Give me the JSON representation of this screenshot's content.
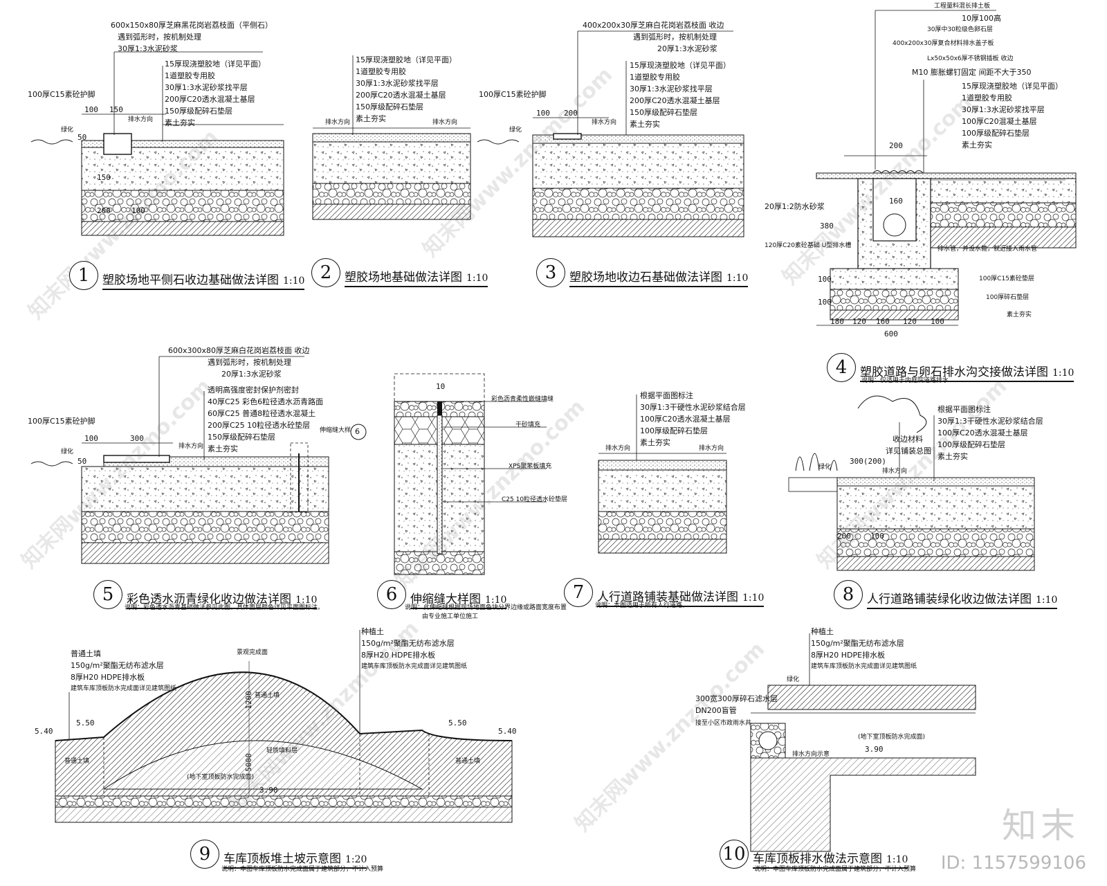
{
  "colors": {
    "line": "#111111",
    "watermark": "#bbbbbb"
  },
  "watermark": {
    "text": "知末网www.znzmo.com"
  },
  "brand": {
    "name": "知末",
    "id": "ID: 1157599106"
  },
  "d1": {
    "title_num": "1",
    "title": "塑胶场地平侧石收边基础做法详图",
    "scale": "1:10",
    "top_notes": [
      "600x150x80厚芝麻黑花岗岩荔枝面（平侧石）",
      "遇到弧形时，按机制处理",
      "30厚1:3水泥砂浆"
    ],
    "layers": [
      "15厚现浇塑胶地（详见平面）",
      "1道塑胶专用胶",
      "30厚1:3水泥砂浆找平层",
      "200厚C20透水混凝土基层",
      "150厚级配碎石垫层",
      "素土夯实"
    ],
    "left_note": "100厚C15素砼护脚",
    "green": "绿化",
    "drain": "排水方向",
    "dims": [
      "100",
      "150",
      "50",
      "150",
      "200",
      "100"
    ]
  },
  "d2": {
    "title_num": "2",
    "title": "塑胶场地基础做法详图",
    "scale": "1:10",
    "layers": [
      "15厚现浇塑胶地（详见平面）",
      "1道塑胶专用胶",
      "30厚1:3水泥砂浆找平层",
      "200厚C20透水混凝土基层",
      "150厚级配碎石垫层",
      "素土夯实"
    ],
    "drain": "排水方向"
  },
  "d3": {
    "title_num": "3",
    "title": "塑胶场地收边石基础做法详图",
    "scale": "1:10",
    "top_notes": [
      "400x200x30厚芝麻白花岗岩荔枝面 收边",
      "遇到弧形时，按机制处理",
      "20厚1:3水泥砂浆"
    ],
    "layers": [
      "15厚现浇塑胶地（详见平面）",
      "1道塑胶专用胶",
      "30厚1:3水泥砂浆找平层",
      "200厚C20透水混凝土基层",
      "150厚级配碎石垫层",
      "素土夯实"
    ],
    "left_note": "100厚C15素砼护脚",
    "green": "绿化",
    "drain": "排水方向",
    "dims": [
      "100",
      "200"
    ]
  },
  "d4": {
    "title_num": "4",
    "title": "塑胶道路与卵石排水沟交接做法详图",
    "scale": "1:10",
    "top_notes": [
      "工程量料混长排土板",
      "10厚100高",
      "30厚中30粒级色卵石层",
      "400x200x30厚复合材料排水盖子板",
      "Lx50x50x6厚不锈钢插板 收边",
      "M10 膨胀螺钉固定 间距不大于350"
    ],
    "layers": [
      "15厚现浇塑胶地（详见平面）",
      "1道塑胶专用胶",
      "30厚1:3水泥砂浆找平层",
      "100厚C20混凝土基层",
      "100厚级配碎石垫层",
      "素土夯实"
    ],
    "left_notes": [
      "20厚1:2防水砂浆",
      "120厚C20素砼基础 U型排水槽"
    ],
    "right_notes": [
      "排水管，并设水篦，就近接入雨水管",
      "100厚C15素砼垫层",
      "100厚碎石垫层",
      "素土夯实"
    ],
    "dims": [
      "200",
      "160",
      "380",
      "100",
      "100",
      "180",
      "120",
      "160",
      "120",
      "100",
      "600"
    ],
    "note": "说明：仅适用于内庭院道路排水"
  },
  "d5": {
    "title_num": "5",
    "title": "彩色透水沥青绿化收边做法详图",
    "scale": "1:10",
    "top_notes": [
      "600x300x80厚芝麻白花岗岩荔枝面 收边",
      "遇到弧形时，按机制处理",
      "20厚1:3水泥砂浆"
    ],
    "layers": [
      "透明高强度密封保护剂密封",
      "40厚C25 彩色6粒径透水沥青路面",
      "60厚C25 普通8粒径透水混凝土",
      "200厚C25 10粒径透水砼垫层",
      "150厚级配碎石垫层",
      "素土夯实"
    ],
    "left_note": "100厚C15素砼护脚",
    "green": "绿化",
    "drain": "排水方向",
    "joint": "伸缩缝大样",
    "joint_ref": "6",
    "dims": [
      "100",
      "300",
      "50"
    ],
    "note": "说明：彩色透水沥青基础做法参见此图，具体面层颜色详见平面图标注。"
  },
  "d6": {
    "title_num": "6",
    "title": "伸缩缝大样图",
    "scale": "1:10",
    "labels": [
      "彩色沥青柔性嵌缝填缝",
      "干砂填充",
      "XPS聚苯板填充",
      "C25 10粒径透水砼垫层"
    ],
    "dim": "10",
    "note": "说明：此伸缩缝根据现场地面色块分界边缘或路面宽度布置",
    "note2": "由专业施工单位施工"
  },
  "d7": {
    "title_num": "7",
    "title": "人行道路铺装基础做法详图",
    "scale": "1:10",
    "layers": [
      "根据平面图标注",
      "30厚1:3干硬性水泥砂浆结合层",
      "100厚C20透水混凝土基层",
      "100厚级配碎石垫层",
      "素土夯实"
    ],
    "drain": "排水方向",
    "note": "说明：本图适用于所有人行道路。"
  },
  "d8": {
    "title_num": "8",
    "title": "人行道路铺装绿化收边做法详图",
    "scale": "1:10",
    "layers": [
      "根据平面图标注",
      "30厚1:3干硬性水泥砂浆结合层",
      "100厚C20透水混凝土基层",
      "100厚级配碎石垫层",
      "素土夯实"
    ],
    "edge_labels": [
      "收边材料",
      "详见铺装总图"
    ],
    "green": "绿化",
    "drain": "排水方向",
    "dims": [
      "300(200)",
      "200",
      "100"
    ]
  },
  "d9": {
    "title_num": "9",
    "title": "车库顶板堆土坡示意图",
    "scale": "1:20",
    "left_notes": [
      "普通土填",
      "150g/m²聚酯无纺布滤水层",
      "8厚H20 HDPE排水板",
      "建筑车库顶板防水完成面详见建筑图纸"
    ],
    "top_notes": [
      "种植土",
      "150g/m²聚酯无纺布滤水层",
      "8厚H20 HDPE排水板",
      "建筑车库顶板防水完成面详见建筑图纸"
    ],
    "labels": [
      "景观完成面",
      "普通土填",
      "轻质填料层",
      "普通土填",
      "普通土填",
      "(地下室顶板防水完成面)"
    ],
    "elevations": [
      "5.40",
      "5.50",
      "5.50",
      "5.40",
      "3.90"
    ],
    "dims": [
      "1200",
      "5000"
    ],
    "note": "说明：本图车库顶板防水完成面属于建筑部分，不计入预算"
  },
  "d10": {
    "title_num": "10",
    "title": "车库顶板排水做法示意图",
    "scale": "1:10",
    "top_notes": [
      "种植土",
      "150g/m²聚酯无纺布滤水层",
      "8厚H20 HDPE排水板",
      "建筑车库顶板防水完成面详见建筑图纸"
    ],
    "left_notes": [
      "300宽300厚碎石滤水层",
      "DN200盲管",
      "接至小区市政雨水井"
    ],
    "labels": [
      "绿化",
      "排水方向示意",
      "(地下室顶板防水完成面)"
    ],
    "elevation": "3.90",
    "note": "说明：本图车库顶板防水完成面属于建筑部分，不计入预算"
  }
}
